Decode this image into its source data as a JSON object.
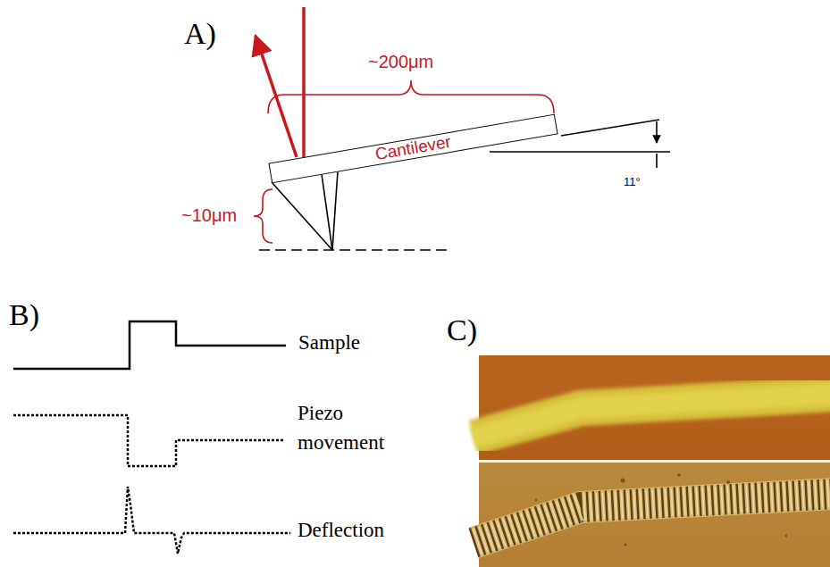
{
  "diagram": {
    "nodes": [
      {
        "text": [
          "Cantilever"
        ]
      }
    ],
    "labels": [
      "A)",
      "~200μm",
      "~10μm",
      "11°",
      "B)",
      "Sample",
      "Piezo movement",
      "Deflection",
      "C)"
    ]
  }
}
